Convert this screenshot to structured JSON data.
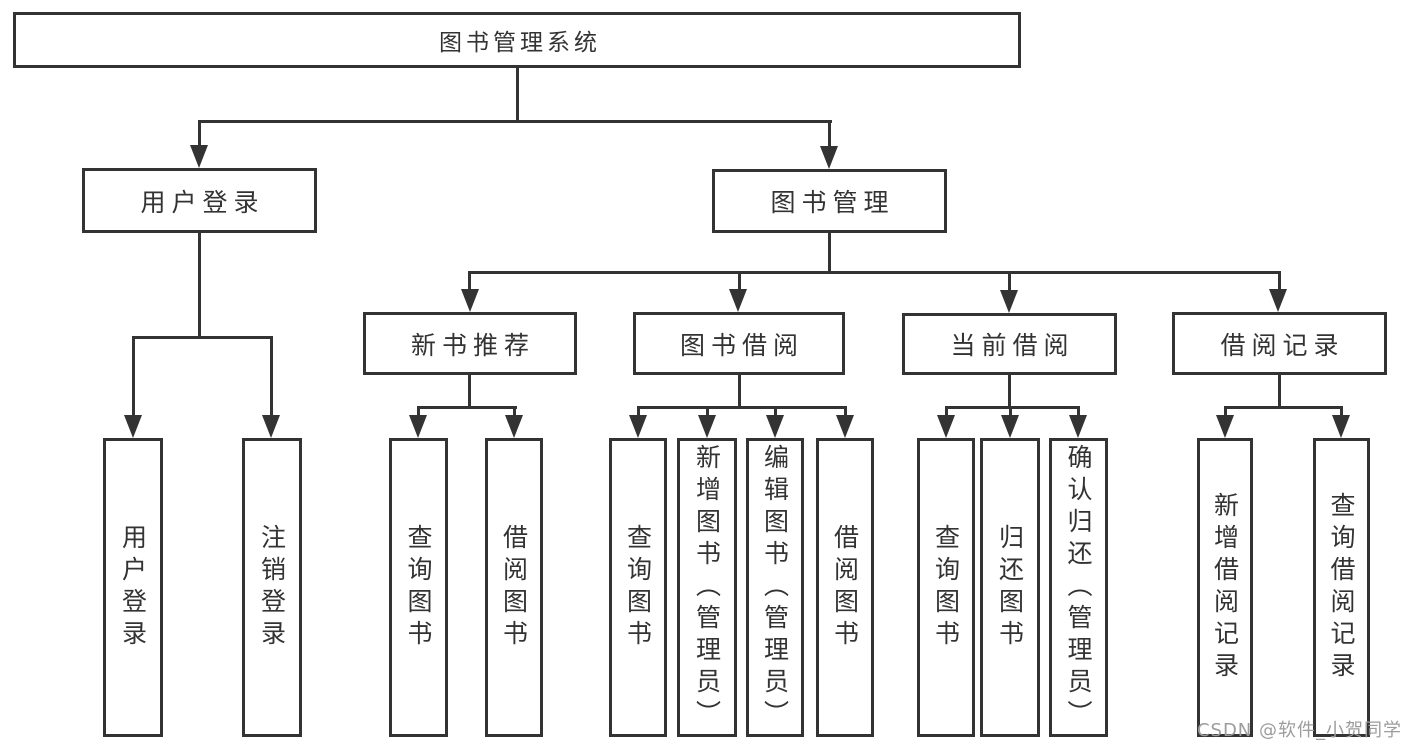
{
  "diagram": {
    "root": {
      "label": "图书管理系统"
    },
    "level2": {
      "user_login": {
        "label": "用户登录"
      },
      "book_management": {
        "label": "图书管理"
      }
    },
    "level3": {
      "new_book_recommend": {
        "label": "新书推荐"
      },
      "book_borrow": {
        "label": "图书借阅"
      },
      "current_borrow": {
        "label": "当前借阅"
      },
      "borrow_records": {
        "label": "借阅记录"
      }
    },
    "leaves": {
      "user_login_action": {
        "label": "用户登录"
      },
      "logout": {
        "label": "注销登录"
      },
      "query_books_recommend": {
        "label": "查询图书"
      },
      "borrow_books_recommend": {
        "label": "借阅图书"
      },
      "query_books_borrow": {
        "label": "查询图书"
      },
      "add_books_admin": {
        "label": "新增图书（管理员）"
      },
      "edit_books_admin": {
        "label": "编辑图书（管理员）"
      },
      "borrow_books": {
        "label": "借阅图书"
      },
      "query_books_current": {
        "label": "查询图书"
      },
      "return_books": {
        "label": "归还图书"
      },
      "confirm_return_admin": {
        "label": "确认归还（管理员）"
      },
      "add_borrow_record": {
        "label": "新增借阅记录"
      },
      "query_borrow_record": {
        "label": "查询借阅记录"
      }
    }
  },
  "watermark": {
    "text": "CSDN @软件_小贺同学"
  },
  "colors": {
    "line": "#333333",
    "text": "#333333",
    "watermark": "#9c9c9c",
    "background": "#ffffff"
  }
}
